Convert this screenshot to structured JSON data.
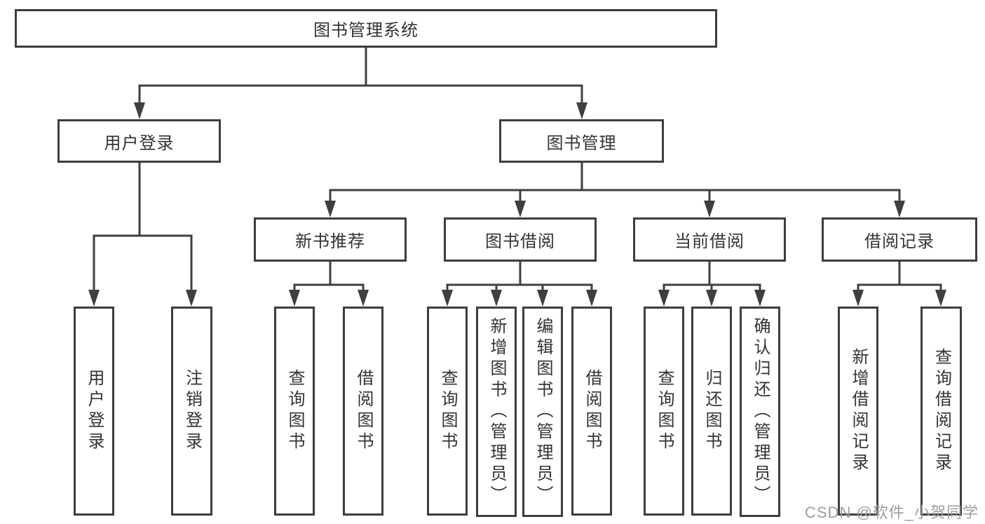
{
  "colors": {
    "line": "#3f3f3f",
    "box_border": "#3d3d3d",
    "text": "#333333",
    "watermark": "#9e9e9e"
  },
  "watermark": "CSDN @软件_小贺同学",
  "tree": {
    "root": "图书管理系统",
    "branches": [
      {
        "label": "用户登录",
        "children": [
          {
            "label": "用户登录"
          },
          {
            "label": "注销登录"
          }
        ]
      },
      {
        "label": "图书管理",
        "children": [
          {
            "label": "新书推荐",
            "children": [
              {
                "label": "查询图书"
              },
              {
                "label": "借阅图书"
              }
            ]
          },
          {
            "label": "图书借阅",
            "children": [
              {
                "label": "查询图书"
              },
              {
                "label": "新增图书（管理员）"
              },
              {
                "label": "编辑图书（管理员）"
              },
              {
                "label": "借阅图书"
              }
            ]
          },
          {
            "label": "当前借阅",
            "children": [
              {
                "label": "查询图书"
              },
              {
                "label": "归还图书"
              },
              {
                "label": "确认归还（管理员）"
              }
            ]
          },
          {
            "label": "借阅记录",
            "children": [
              {
                "label": "新增借阅记录"
              },
              {
                "label": "查询借阅记录"
              }
            ]
          }
        ]
      }
    ]
  }
}
